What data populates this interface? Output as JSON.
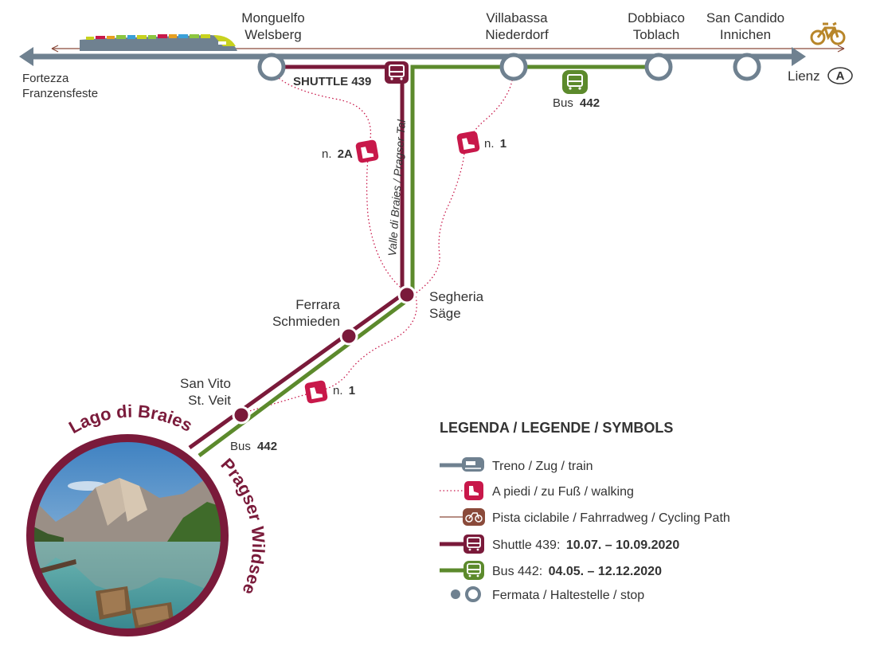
{
  "colors": {
    "train": "#6f8190",
    "shuttle": "#7a1a3a",
    "bus": "#5c8a2c",
    "walking": "#c8184a",
    "cycling": "#8a4a3a",
    "bike_icon": "#b8862a"
  },
  "stations_top": {
    "monguelfo": {
      "it": "Monguelfo",
      "de": "Welsberg"
    },
    "villabassa": {
      "it": "Villabassa",
      "de": "Niederdorf"
    },
    "dobbiaco": {
      "it": "Dobbiaco",
      "de": "Toblach"
    },
    "san_candido": {
      "it": "San Candido",
      "de": "Innichen"
    }
  },
  "ends": {
    "west_it": "Fortezza",
    "west_de": "Franzensfeste",
    "east": "Lienz",
    "east_badge": "A"
  },
  "routes": {
    "shuttle_label": "SHUTTLE 439",
    "bus_top_prefix": "Bus",
    "bus_top_number": "442",
    "bus_bottom_prefix": "Bus",
    "bus_bottom_number": "442",
    "valley": "Valle di Braies / Pragser Tal"
  },
  "walking_labels": {
    "w2a_prefix": "n.",
    "w2a_number": "2A",
    "w1_top_prefix": "n.",
    "w1_top_number": "1",
    "w1_bottom_prefix": "n.",
    "w1_bottom_number": "1"
  },
  "stops_valley": {
    "segheria": {
      "it": "Segheria",
      "de": "Säge"
    },
    "ferrara": {
      "it": "Ferrara",
      "de": "Schmieden"
    },
    "san_vito": {
      "it": "San Vito",
      "de": "St. Veit"
    }
  },
  "lake": {
    "it": "Lago di Braies",
    "de": "Pragser Wildsee"
  },
  "legend": {
    "title": "LEGENDA / LEGENDE / SYMBOLS",
    "train": "Treno / Zug / train",
    "walking": "A piedi / zu Fuß / walking",
    "cycling": "Pista ciclabile / Fahrradweg / Cycling Path",
    "shuttle_name": "Shuttle 439:",
    "shuttle_dates": "10.07. – 10.09.2020",
    "bus_name": "Bus 442:",
    "bus_dates": "04.05. – 12.12.2020",
    "stop": "Fermata / Haltestelle / stop"
  }
}
